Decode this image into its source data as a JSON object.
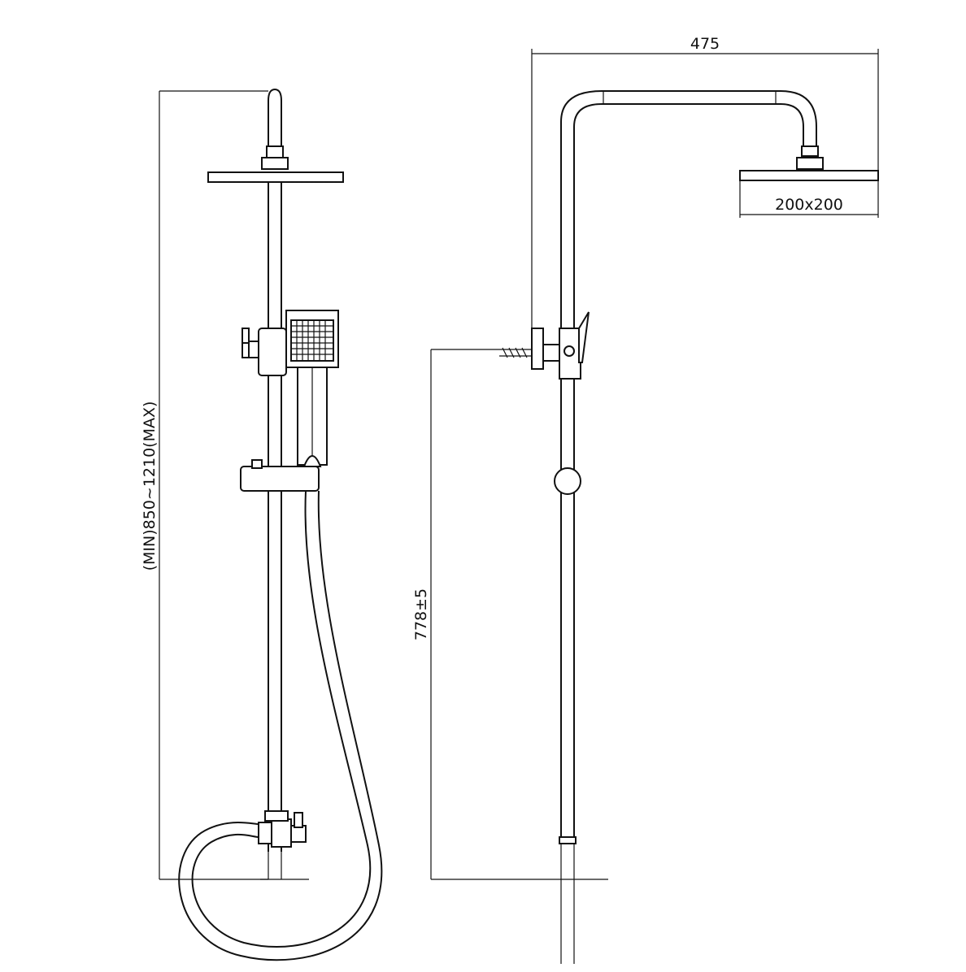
{
  "diagram": {
    "dimensions": {
      "overall_width": "475",
      "head_size": "200x200",
      "height_range": "(MIN)850~1210(MAX)",
      "inlet_height": "778±5"
    }
  }
}
